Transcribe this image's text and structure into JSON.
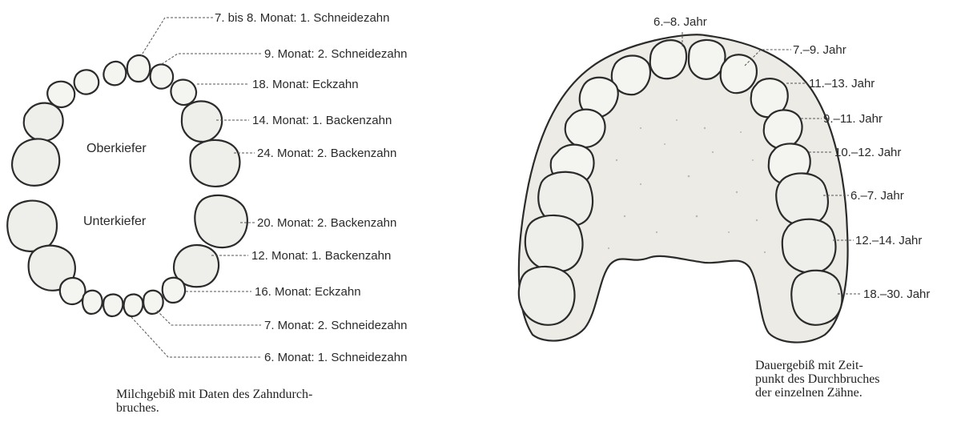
{
  "primary": {
    "upper_jaw_label": "Oberkiefer",
    "lower_jaw_label": "Unterkiefer",
    "labels": [
      "7. bis  8. Monat: 1. Schneidezahn",
      "9. Monat: 2. Schneidezahn",
      "18. Monat: Eckzahn",
      "14. Monat: 1. Backenzahn",
      "24. Monat: 2. Backenzahn",
      "20. Monat: 2. Backenzahn",
      "12. Monat: 1. Backenzahn",
      "16. Monat: Eckzahn",
      "7. Monat: 2. Schneidezahn",
      "6. Monat: 1. Schneidezahn"
    ],
    "caption": "Milchgebiß mit Daten des Zahndurch-\nbruches."
  },
  "permanent": {
    "labels": [
      "6.–8. Jahr",
      "7.–9. Jahr",
      "11.–13. Jahr",
      "9.–11. Jahr",
      "10.–12. Jahr",
      "6.–7. Jahr",
      "12.–14. Jahr",
      "18.–30. Jahr"
    ],
    "caption": "Dauergebiß mit Zeit-\npunkt des Durchbruches\nder einzelnen Zähne."
  }
}
